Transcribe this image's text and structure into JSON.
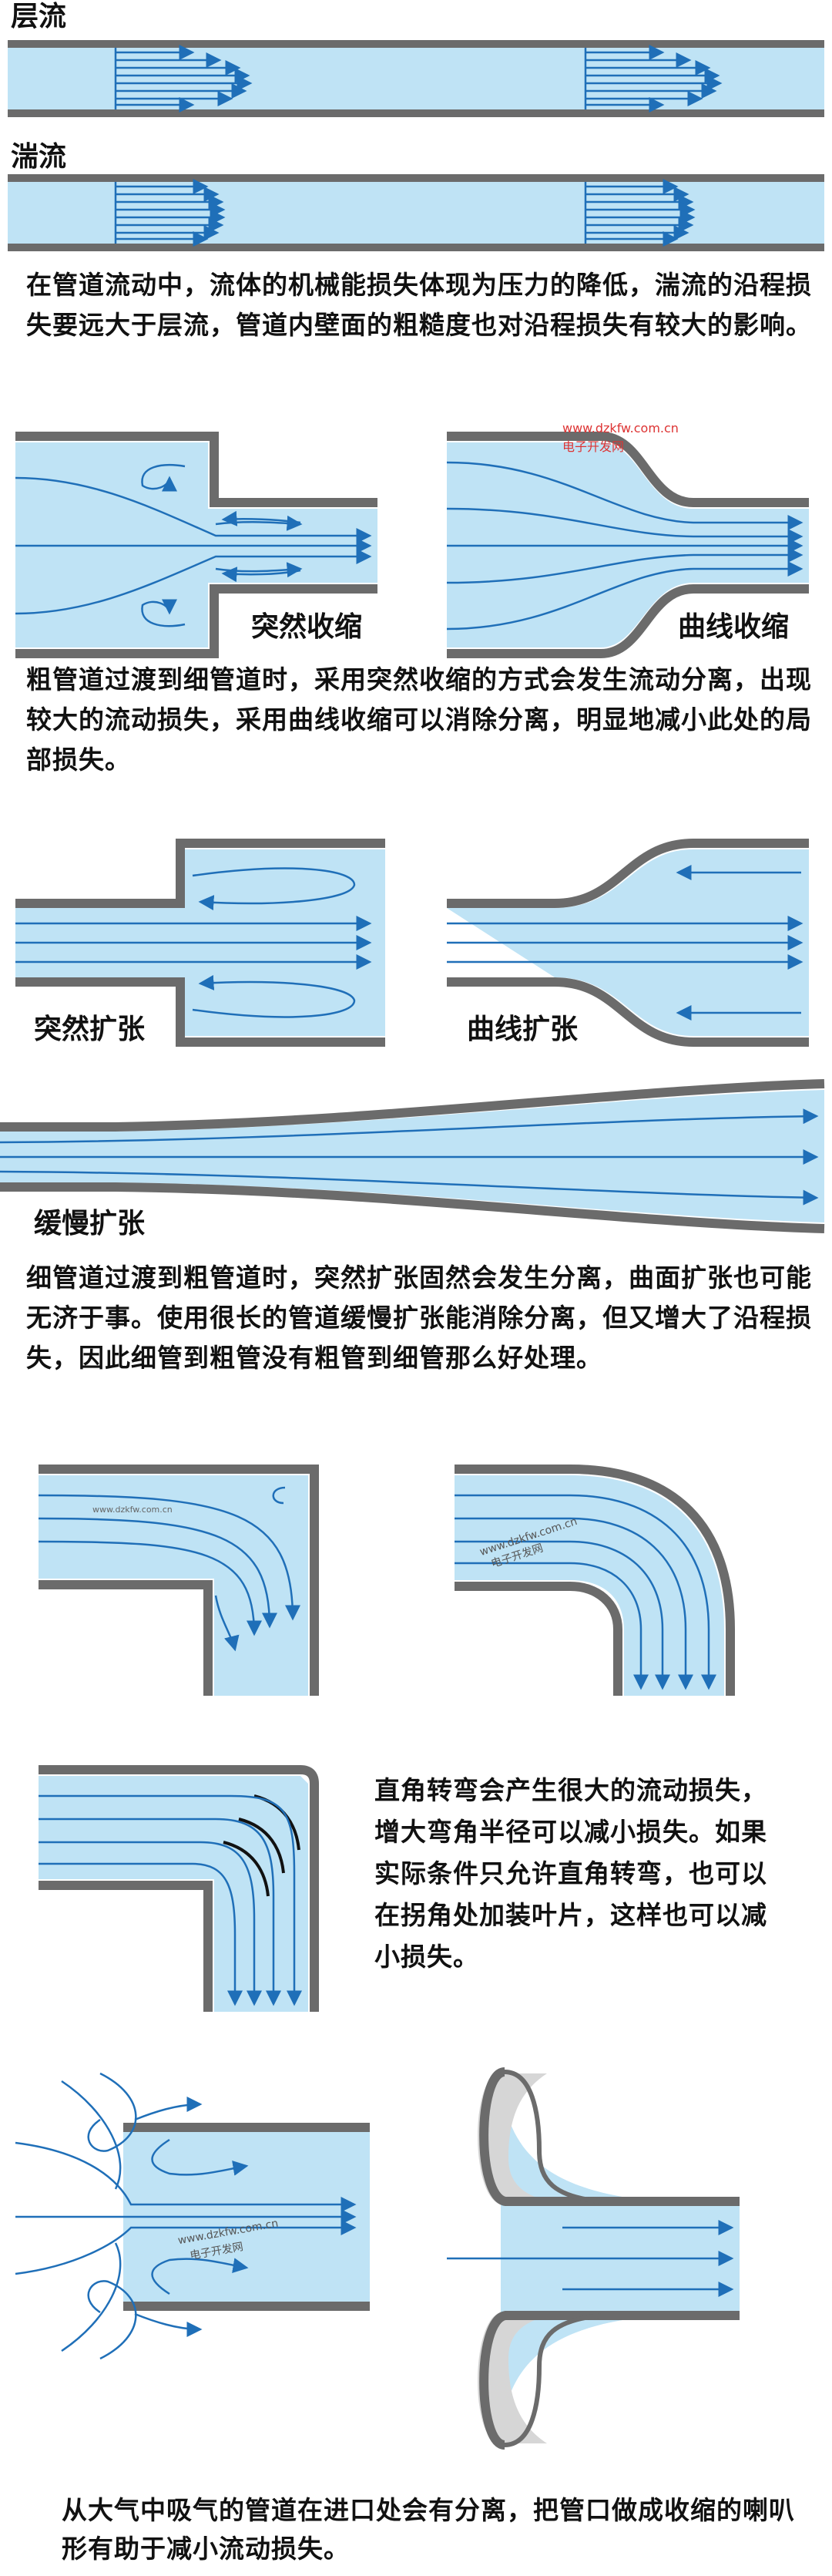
{
  "section1": {
    "label_laminar": "层流",
    "label_turbulent": "湍流",
    "paragraph": "在管道流动中，流体的机械能损失体现为压力的降低，湍流的沿程损失要远大于层流，管道内壁面的粗糙度也对沿程损失有较大的影响。"
  },
  "section2": {
    "label_sudden": "突然收缩",
    "label_curved": "曲线收缩",
    "paragraph": "粗管道过渡到细管道时，采用突然收缩的方式会发生流动分离，出现较大的流动损失，采用曲线收缩可以消除分离，明显地减小此处的局部损失。"
  },
  "section3": {
    "label_sudden": "突然扩张",
    "label_curved": "曲线扩张",
    "label_slow": "缓慢扩张",
    "paragraph": "细管道过渡到粗管道时，突然扩张固然会发生分离，曲面扩张也可能无济于事。使用很长的管道缓慢扩张能消除分离，但又增大了沿程损失，因此细管到粗管没有粗管到细管那么好处理。"
  },
  "section4": {
    "paragraph": "直角转弯会产生很大的流动损失，增大弯角半径可以减小损失。如果实际条件只允许直角转弯，也可以在拐角处加装叶片，这样也可以减小损失。"
  },
  "section5": {
    "paragraph": "从大气中吸气的管道在进口处会有分离，把管口做成收缩的喇叭形有助于减小流动损失。"
  },
  "watermarks": {
    "url": "www.dzkfw.com.cn",
    "name": "电子开发网"
  },
  "colors": {
    "water": "#bfe3f5",
    "wall": "#6b6b6b",
    "arrow": "#1f6fb8",
    "bell": "#d6d6d6"
  }
}
